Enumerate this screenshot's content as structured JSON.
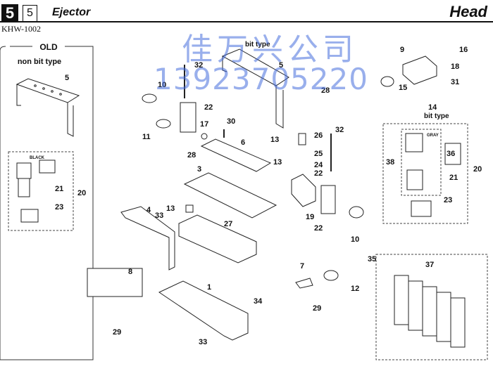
{
  "header": {
    "page_big": "5",
    "page_small": "5",
    "section_title": "Ejector",
    "right_title": "Head",
    "model_code": "KHW-1002"
  },
  "watermark": {
    "line1": "佳万兴公司",
    "line2": "13923705220"
  },
  "boxes": {
    "old_title": "OLD",
    "old_subtitle": "non bit type",
    "bit_type_top": "bit type",
    "bit_type_right": "bit type",
    "black_label": "BLACK",
    "gray_label": "GRAY"
  },
  "callouts": {
    "c5_old": "5",
    "c21_old": "21",
    "c20_old": "20",
    "c23_old": "23",
    "c32a": "32",
    "c10a": "10",
    "c22a": "22",
    "c11": "11",
    "c17": "17",
    "c30": "30",
    "c5_top": "5",
    "c28a": "28",
    "c9": "9",
    "c16": "16",
    "c18": "18",
    "c15": "15",
    "c31": "31",
    "c14": "14",
    "c6": "6",
    "c13a": "13",
    "c13b": "13",
    "c26": "26",
    "c25": "25",
    "c24": "24",
    "c22b": "22",
    "c32b": "32",
    "c28b": "28",
    "c3": "3",
    "c36": "36",
    "c38": "38",
    "c21_right": "21",
    "c20_right": "20",
    "c23_right": "23",
    "c13c": "13",
    "c4": "4",
    "c33a": "33",
    "c27": "27",
    "c19": "19",
    "c22c": "22",
    "c10b": "10",
    "c8": "8",
    "c35": "35",
    "c7": "7",
    "c12": "12",
    "c37": "37",
    "c1": "1",
    "c29a": "29",
    "c34": "34",
    "c29b": "29",
    "c33b": "33"
  }
}
